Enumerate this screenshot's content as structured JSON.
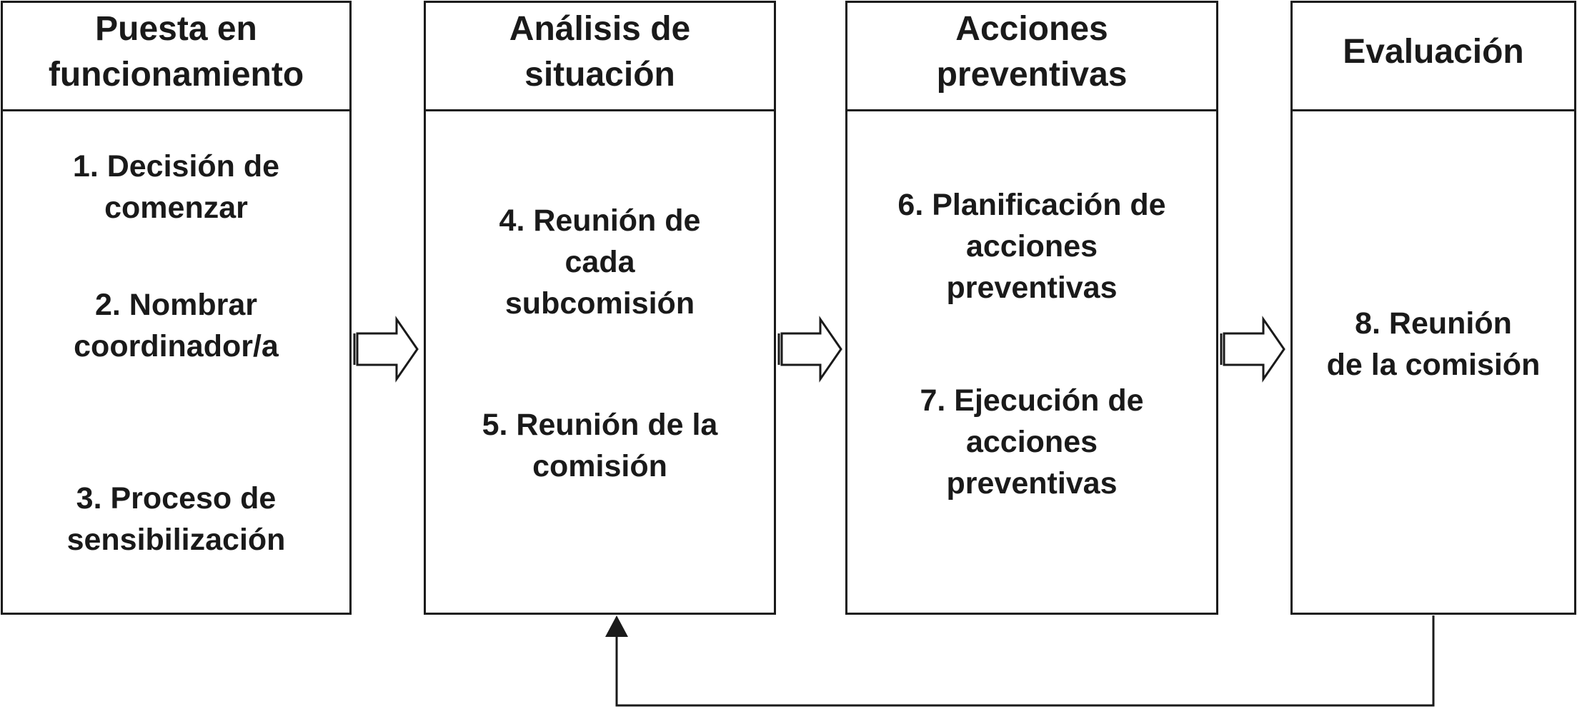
{
  "stages": [
    {
      "title": "Puesta en\nfuncionamiento",
      "steps": [
        "1. Decisión de\ncomenzar",
        "2. Nombrar\ncoordinador/a",
        "3. Proceso de\nsensibilización"
      ]
    },
    {
      "title": "Análisis de\nsituación",
      "steps": [
        "4. Reunión de\ncada\nsubcomisión",
        "5. Reunión de la\ncomisión"
      ]
    },
    {
      "title": "Acciones\npreventivas",
      "steps": [
        "6. Planificación de\nacciones\npreventivas",
        "7. Ejecución de\nacciones\npreventivas"
      ]
    },
    {
      "title": "Evaluación",
      "steps": [
        "8. Reunión\nde la comisión"
      ]
    }
  ],
  "arrows": [
    {
      "from": 0,
      "to": 1,
      "style": "hollow-block-arrow"
    },
    {
      "from": 1,
      "to": 2,
      "style": "hollow-block-arrow"
    },
    {
      "from": 2,
      "to": 3,
      "style": "hollow-block-arrow"
    }
  ],
  "feedback": {
    "from": 3,
    "to": 1,
    "style": "line-arrow"
  },
  "colors": {
    "stroke": "#1a1a1a",
    "fill": "#ffffff"
  }
}
